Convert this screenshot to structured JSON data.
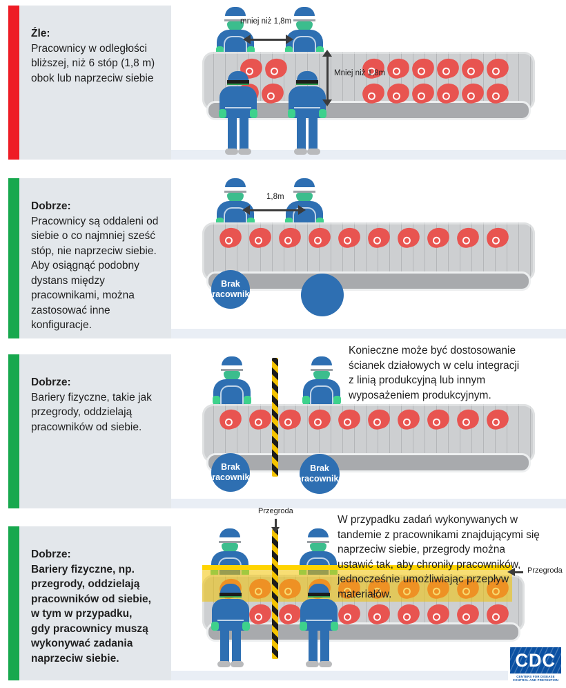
{
  "panels": [
    {
      "heading": "Źle:",
      "body": "Pracownicy w odległości\nbliższej, niż 6 stóp (1,8 m)\nobok lub naprzeciw siebie",
      "gap_label": "mniej niż 1,8m",
      "depth_label": "Mniej niż 1,8m",
      "bar_color": "#ee1c25"
    },
    {
      "heading": "Dobrze:",
      "body": "Pracownicy są oddaleni od\nsiebie o co najmniej sześć\nstóp, nie naprzeciw siebie.\nAby osiągnąć podobny\ndystans między\npracownikami, można\nzastosować inne\nkonfiguracje.",
      "gap_label": "1,8m",
      "no_worker": "Brak pracownika",
      "bar_color": "#17a84e"
    },
    {
      "heading": "Dobrze:",
      "body": "Bariery fizyczne, takie jak\nprzegrody, oddzielają\npracowników od siebie.",
      "annotation": "Konieczne może być dostosowanie\nścianek działowych w celu integracji\nz linią produkcyjną lub innym\nwyposażeniem produkcyjnym.",
      "no_worker_1": "Brak pracownika",
      "no_worker_2": "Brak pracownika",
      "bar_color": "#17a84e"
    },
    {
      "heading": "Dobrze:",
      "body": "Bariery fizyczne, np.\nprzegrody, oddzielają\npracowników od siebie,\nw tym w przypadku,\ngdy pracownicy muszą\nwykonywać zadania\nnaprzeciw siebie.",
      "annotation": "W przypadku zadań wykonywanych w\ntandemie z pracownikami znajdującymi się\nnaprzeciw siebie, przegrody można\nustawić tak, aby chroniły pracowników,\njednocześnie umożliwiając przepływ\nmateriałów.",
      "partition_label_top": "Przegroda",
      "partition_label_side": "Przegroda",
      "bar_color": "#17a84e"
    }
  ],
  "colors": {
    "bad_bar": "#ee1c25",
    "good_bar": "#17a84e",
    "worker_blue": "#2e6fb2",
    "glove_green": "#3ed18c",
    "meat_red": "#e85450",
    "barrier_yellow": "#f5c400"
  },
  "logo": {
    "acronym": "CDC",
    "subtext": "CENTERS FOR DISEASE\nCONTROL AND PREVENTION"
  }
}
